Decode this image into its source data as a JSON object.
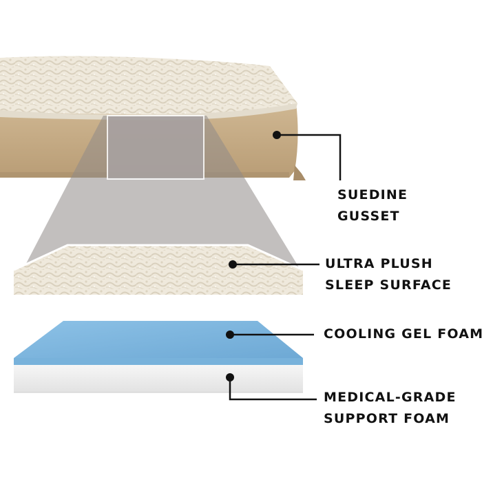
{
  "labels": {
    "suedine": {
      "line1": "SUEDINE",
      "line2": "GUSSET"
    },
    "plush": {
      "line1": "ULTRA PLUSH",
      "line2": "SLEEP SURFACE"
    },
    "gel": {
      "line1": "COOLING GEL FOAM"
    },
    "support": {
      "line1": "MEDICAL-GRADE",
      "line2": "SUPPORT FOAM"
    }
  },
  "colors": {
    "plush_fur": "#efe9dc",
    "suede": "#c9b08a",
    "gel_foam": "#7fb6de",
    "support_foam": "#ececec",
    "callout": "#111111",
    "magnifier": "#8f8a88"
  }
}
